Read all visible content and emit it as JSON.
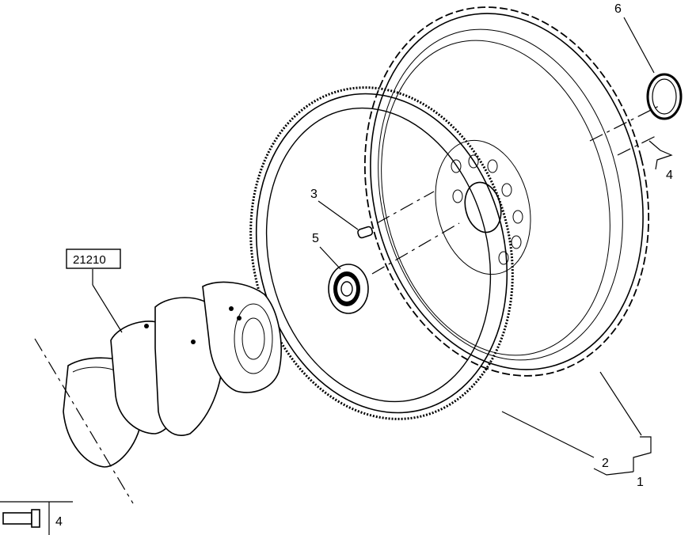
{
  "callouts": {
    "flywheel_assembly": "1",
    "ring_gear": "2",
    "dowel_pin": "3",
    "bolt_ref": "4",
    "bearing": "5",
    "snap_ring": "6"
  },
  "reference_box": "21210",
  "footer": {
    "view_number": "4"
  },
  "colors": {
    "line": "#000000",
    "background": "#ffffff"
  }
}
